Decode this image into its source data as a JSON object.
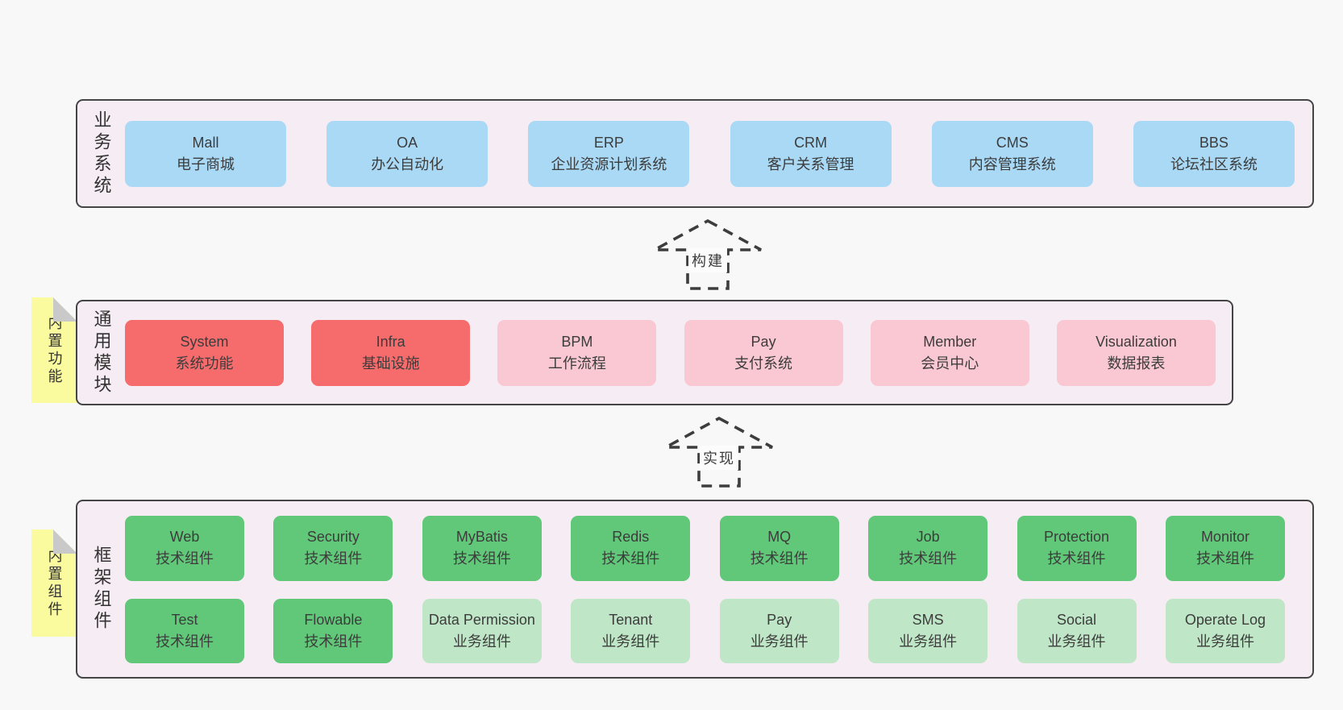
{
  "palette": {
    "page_bg": "#f8f8f8",
    "container_bg": "#f6ecf4",
    "container_border": "#454545",
    "blue": "#aad9f5",
    "red": "#f66c6d",
    "pink": "#f9c8d2",
    "green": "#60c878",
    "lgreen": "#bfe6c6",
    "sticky": "#fafa9e",
    "fold": "#c9c9c9",
    "text": "#3c3c3c",
    "arrow": "#3d3d3d",
    "label_bg": "#fcfcfc"
  },
  "arrows": [
    {
      "label": "构建"
    },
    {
      "label": "实现"
    }
  ],
  "layers": [
    {
      "label": "业务系统",
      "boxes": [
        {
          "title": "Mall",
          "subtitle": "电子商城",
          "color": "blue"
        },
        {
          "title": "OA",
          "subtitle": "办公自动化",
          "color": "blue"
        },
        {
          "title": "ERP",
          "subtitle": "企业资源计划系统",
          "color": "blue"
        },
        {
          "title": "CRM",
          "subtitle": "客户关系管理",
          "color": "blue"
        },
        {
          "title": "CMS",
          "subtitle": "内容管理系统",
          "color": "blue"
        },
        {
          "title": "BBS",
          "subtitle": "论坛社区系统",
          "color": "blue"
        }
      ]
    },
    {
      "label": "通用模块",
      "sticky": "内置功能",
      "boxes": [
        {
          "title": "System",
          "subtitle": "系统功能",
          "color": "red"
        },
        {
          "title": "Infra",
          "subtitle": "基础设施",
          "color": "red"
        },
        {
          "title": "BPM",
          "subtitle": "工作流程",
          "color": "pink"
        },
        {
          "title": "Pay",
          "subtitle": "支付系统",
          "color": "pink"
        },
        {
          "title": "Member",
          "subtitle": "会员中心",
          "color": "pink"
        },
        {
          "title": "Visualization",
          "subtitle": "数据报表",
          "color": "pink"
        }
      ]
    },
    {
      "label": "框架组件",
      "sticky": "内置组件",
      "rows": [
        [
          {
            "title": "Web",
            "subtitle": "技术组件",
            "color": "green"
          },
          {
            "title": "Security",
            "subtitle": "技术组件",
            "color": "green"
          },
          {
            "title": "MyBatis",
            "subtitle": "技术组件",
            "color": "green"
          },
          {
            "title": "Redis",
            "subtitle": "技术组件",
            "color": "green"
          },
          {
            "title": "MQ",
            "subtitle": "技术组件",
            "color": "green"
          },
          {
            "title": "Job",
            "subtitle": "技术组件",
            "color": "green"
          },
          {
            "title": "Protection",
            "subtitle": "技术组件",
            "color": "green"
          },
          {
            "title": "Monitor",
            "subtitle": "技术组件",
            "color": "green"
          }
        ],
        [
          {
            "title": "Test",
            "subtitle": "技术组件",
            "color": "green"
          },
          {
            "title": "Flowable",
            "subtitle": "技术组件",
            "color": "green"
          },
          {
            "title": "Data Permission",
            "subtitle": "业务组件",
            "color": "lgreen"
          },
          {
            "title": "Tenant",
            "subtitle": "业务组件",
            "color": "lgreen"
          },
          {
            "title": "Pay",
            "subtitle": "业务组件",
            "color": "lgreen"
          },
          {
            "title": "SMS",
            "subtitle": "业务组件",
            "color": "lgreen"
          },
          {
            "title": "Social",
            "subtitle": "业务组件",
            "color": "lgreen"
          },
          {
            "title": "Operate Log",
            "subtitle": "业务组件",
            "color": "lgreen"
          }
        ]
      ]
    }
  ]
}
